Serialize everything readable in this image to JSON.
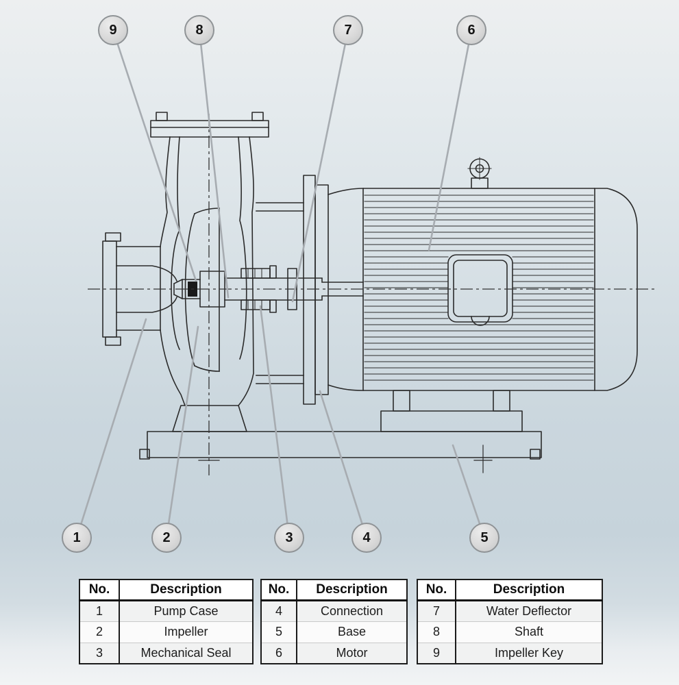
{
  "callouts": {
    "top": [
      {
        "label": "9"
      },
      {
        "label": "8"
      },
      {
        "label": "7"
      },
      {
        "label": "6"
      }
    ],
    "bottom": [
      {
        "label": "1"
      },
      {
        "label": "2"
      },
      {
        "label": "3"
      },
      {
        "label": "4"
      },
      {
        "label": "5"
      }
    ]
  },
  "tables": [
    {
      "headers": {
        "no": "No.",
        "description": "Description"
      },
      "rows": [
        {
          "no": "1",
          "description": "Pump Case"
        },
        {
          "no": "2",
          "description": "Impeller"
        },
        {
          "no": "3",
          "description": "Mechanical Seal"
        }
      ]
    },
    {
      "headers": {
        "no": "No.",
        "description": "Description"
      },
      "rows": [
        {
          "no": "4",
          "description": "Connection"
        },
        {
          "no": "5",
          "description": "Base"
        },
        {
          "no": "6",
          "description": "Motor"
        }
      ]
    },
    {
      "headers": {
        "no": "No.",
        "description": "Description"
      },
      "rows": [
        {
          "no": "7",
          "description": "Water Deflector"
        },
        {
          "no": "8",
          "description": "Shaft"
        },
        {
          "no": "9",
          "description": "Impeller Key"
        }
      ]
    }
  ],
  "colors": {
    "drawing_line": "#2b2b2b",
    "leader_line": "#a7acb1",
    "callout_fill": "#d9d9d9",
    "callout_border": "#8f9396",
    "background_top": "#edeff0",
    "background_mid": "#c6d3db",
    "table_border": "#1b1b1b"
  }
}
